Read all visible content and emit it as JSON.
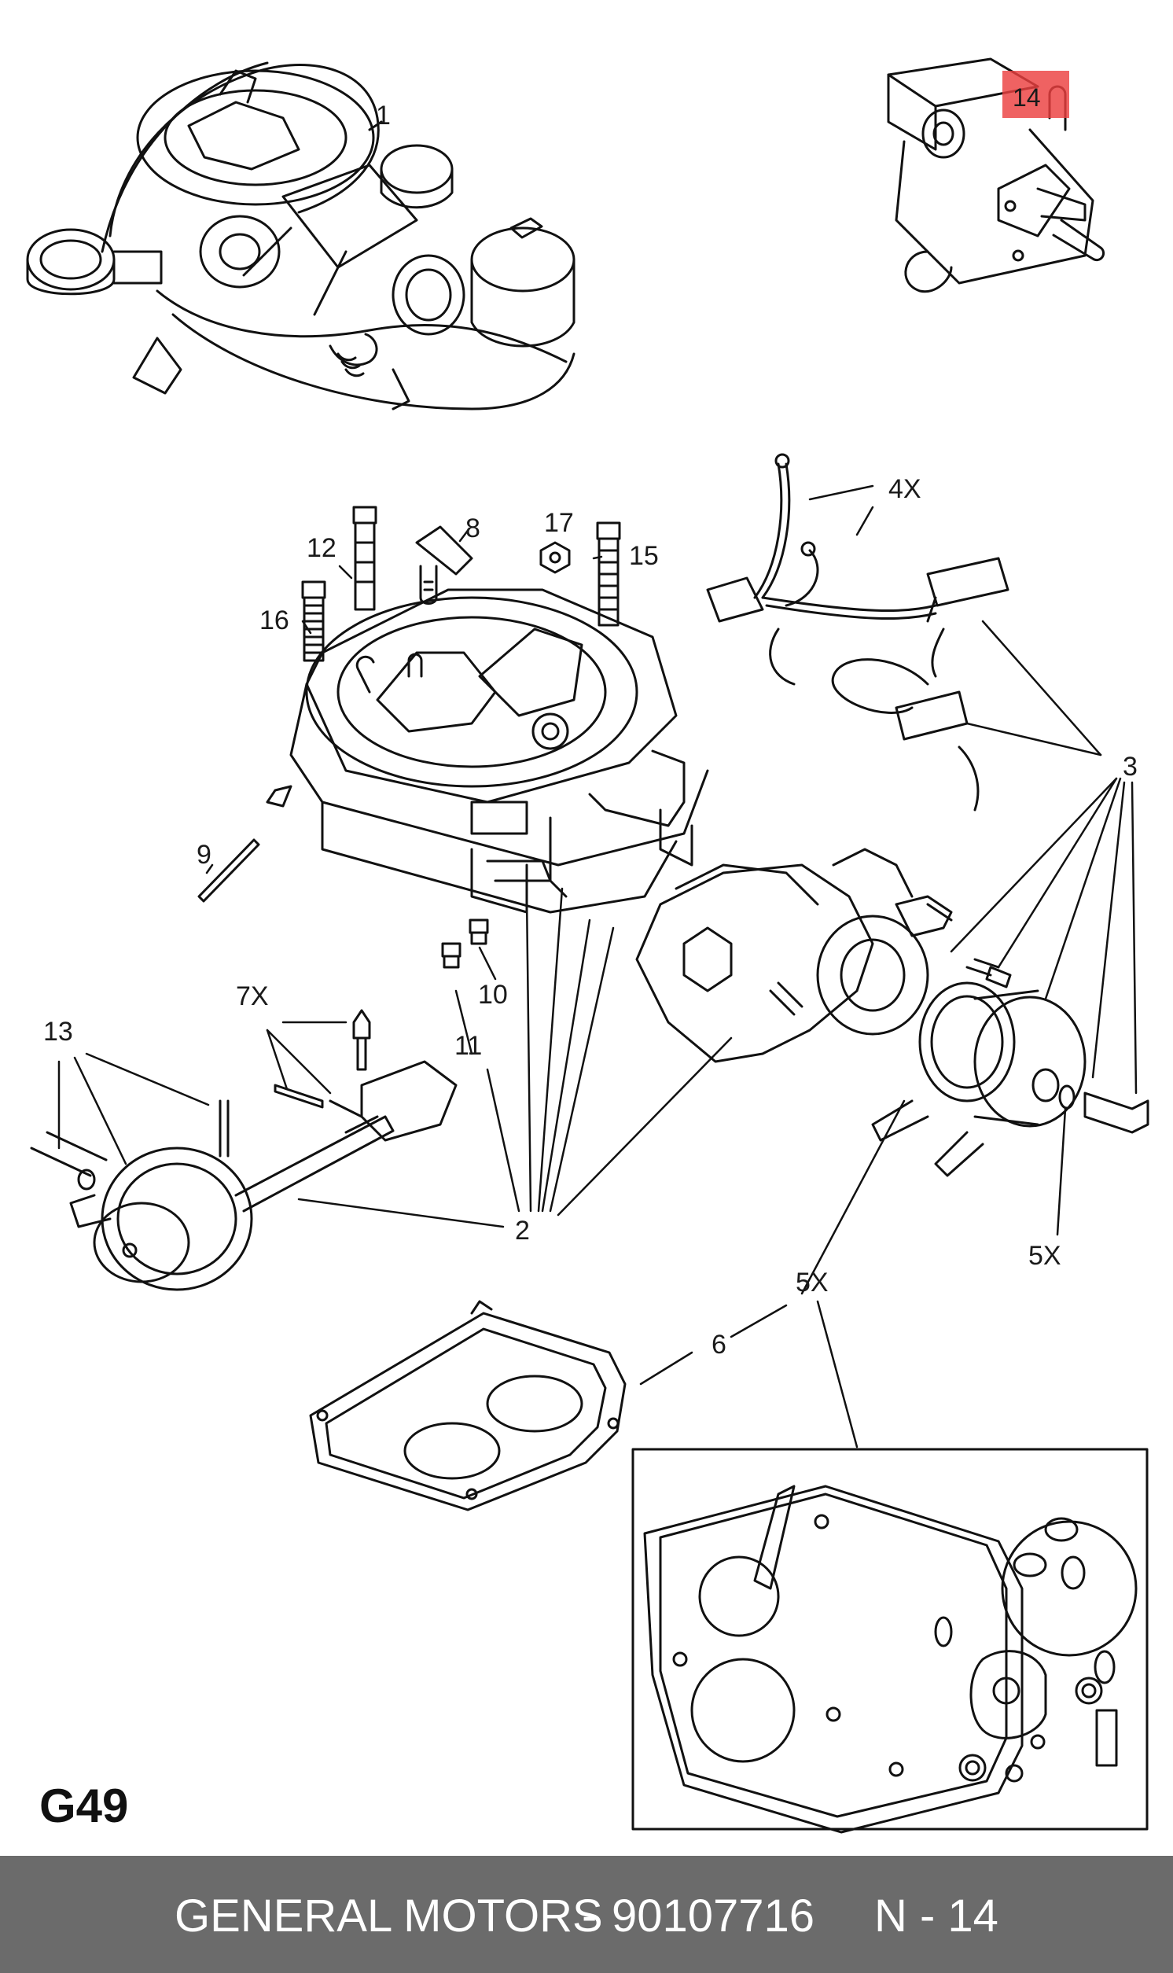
{
  "diagram": {
    "code": "G49",
    "highlighted_part": "14",
    "callouts": {
      "c1": "1",
      "c14": "14",
      "c4x": "4X",
      "c8": "8",
      "c17": "17",
      "c12": "12",
      "c15": "15",
      "c16": "16",
      "c3": "3",
      "c9": "9",
      "c7x": "7X",
      "c10": "10",
      "c13": "13",
      "c11": "11",
      "c2": "2",
      "c5x_right": "5X",
      "c5x_lower": "5X",
      "c6": "6"
    }
  },
  "footer": {
    "brand": "GENERAL MOTORS",
    "separator": "-",
    "part_number": "90107716",
    "ref_label": "N - 14"
  },
  "colors": {
    "highlight": "#ec4040",
    "footer_background": "#6b6b6b",
    "footer_text": "#ffffff",
    "line_art": "#111111"
  }
}
